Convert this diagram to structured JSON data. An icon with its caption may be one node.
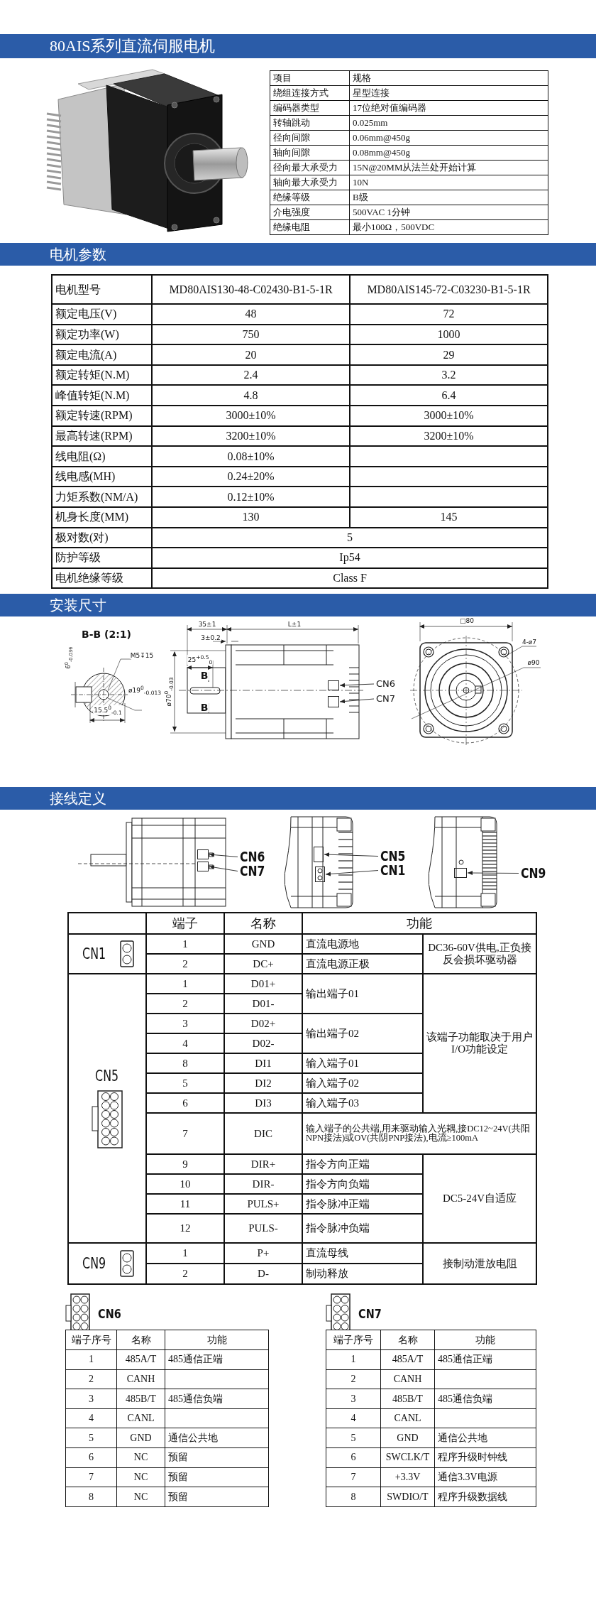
{
  "diagram": {
    "title": "80AIS系列直流伺服电机",
    "nodes": [
      {
        "text": [
          "CN6"
        ]
      },
      {
        "text": [
          "CN7"
        ]
      },
      {
        "text": [
          "CN6"
        ]
      },
      {
        "text": [
          "CN7"
        ]
      },
      {
        "text": [
          "CN5"
        ]
      },
      {
        "text": [
          "CN1"
        ]
      },
      {
        "text": [
          "CN9"
        ]
      },
      {
        "text": [],
        "shape": "box"
      },
      {
        "text": [],
        "shape": "box"
      },
      {
        "text": [],
        "shape": "box"
      },
      {
        "text": [],
        "shape": "box"
      },
      {
        "text": [],
        "shape": "box"
      },
      {
        "text": [],
        "shape": "box"
      },
      {
        "text": [],
        "shape": "box"
      }
    ],
    "edges": [
      {
        "from": 0,
        "to": 7,
        "arrow": "to"
      },
      {
        "from": 1,
        "to": 8,
        "arrow": "to"
      },
      {
        "from": 2,
        "to": 9,
        "arrow": "to"
      },
      {
        "from": 3,
        "to": 10,
        "arrow": "to"
      },
      {
        "from": 4,
        "to": 11,
        "arrow": "to"
      },
      {
        "from": 5,
        "to": 12,
        "arrow": "to"
      },
      {
        "from": 6,
        "to": 13,
        "arrow": "to"
      }
    ],
    "labels": [
      "项目",
      "规格",
      "绕组连接方式",
      "星型连接",
      "编码器类型",
      "17位绝对值编码器",
      "转轴跳动",
      "0.025mm",
      "径向间隙",
      "0.06mm@450g",
      "轴向间隙",
      "0.08mm@450g",
      "径向最大承受力",
      "15N@20MM从法兰处开始计算",
      "轴向最大承受力",
      "10N",
      "绝缘等级",
      "B级",
      "介电强度",
      "500VAC 1分钟",
      "绝缘电阻",
      "最小100Ω，500VDC",
      "电机参数",
      "电机型号",
      "MD80AIS130-48-C02430-B1-5-1R",
      "MD80AIS145-72-C03230-B1-5-1R",
      "额定电压(V)",
      "48",
      "72",
      "额定功率(W)",
      "750",
      "1000",
      "额定电流(A)",
      "20",
      "29",
      "额定转矩(N.M)",
      "2.4",
      "3.2",
      "峰值转矩(N.M)",
      "4.8",
      "6.4",
      "额定转速(RPM)",
      "3000±10%",
      "3000±10%",
      "最高转速(RPM)",
      "3200±10%",
      "3200±10%",
      "线电阻(Ω)",
      "0.08±10%",
      "线电感(MH)",
      "0.24±20%",
      "力矩系数(NM/A)",
      "0.12±10%",
      "机身长度(MM)",
      "130",
      "145",
      "极对数(对)",
      "5",
      "防护等级",
      "Ip54",
      "电机绝缘等级",
      "Class F",
      "安装尺寸",
      "B-B (2:1)",
      "6$^{0}$$_{-0.036}$",
      "M5↧15",
      "ø19$^{0}$$_{-0.013}$",
      "15.5$^{0}$$_{-0.1}$",
      "35±1",
      "L±1",
      "3±0.2",
      "25$^{+0.5}$$_{0}$",
      "B",
      "B",
      "ø70$^{0}$$_{-0.03}$",
      "□80",
      "4-ø7",
      "ø90",
      "接线定义",
      "端子",
      "名称",
      "功能",
      "CN1",
      "1",
      "GND",
      "直流电源地",
      "DC36-60V供电,正负接反会损坏驱动器",
      "2",
      "DC+",
      "直流电源正极",
      "CN5",
      "1",
      "D01+",
      "输出端子01",
      "该端子功能取决于用户I/O功能设定",
      "2",
      "D01-",
      "3",
      "D02+",
      "输出端子02",
      "4",
      "D02-",
      "8",
      "DI1",
      "输入端子01",
      "5",
      "DI2",
      "输入端子02",
      "6",
      "DI3",
      "输入端子03",
      "7",
      "DIC",
      "输入端子的公共端,用来驱动输入光耦,接DC12~24V(共阳NPN接法)或OV(共阴PNP接法),电流≥100mA",
      "9",
      "DIR+",
      "指令方向正端",
      "DC5-24V自适应",
      "10",
      "DIR-",
      "指令方向负端",
      "11",
      "PULS+",
      "指令脉冲正端",
      "12",
      "PULS-",
      "指令脉冲负端",
      "CN9",
      "1",
      "P+",
      "直流母线",
      "接制动泄放电阻",
      "2",
      "D-",
      "制动释放",
      "CN6",
      "端子序号",
      "名称",
      "功能",
      "1",
      "485A/T",
      "485通信正端",
      "2",
      "CANH",
      "3",
      "485B/T",
      "485通信负端",
      "4",
      "CANL",
      "5",
      "GND",
      "通信公共地",
      "6",
      "NC",
      "预留",
      "7",
      "NC",
      "预留",
      "8",
      "NC",
      "预留",
      "CN7",
      "端子序号",
      "名称",
      "功能",
      "1",
      "485A/T",
      "485通信正端",
      "2",
      "CANH",
      "3",
      "485B/T",
      "485通信负端",
      "4",
      "CANL",
      "5",
      "GND",
      "通信公共地",
      "6",
      "SWCLK/T",
      "程序升级时钟线",
      "7",
      "+3.3V",
      "通信3.3V电源",
      "8",
      "SWDIO/T",
      "程序升级数据线"
    ]
  }
}
